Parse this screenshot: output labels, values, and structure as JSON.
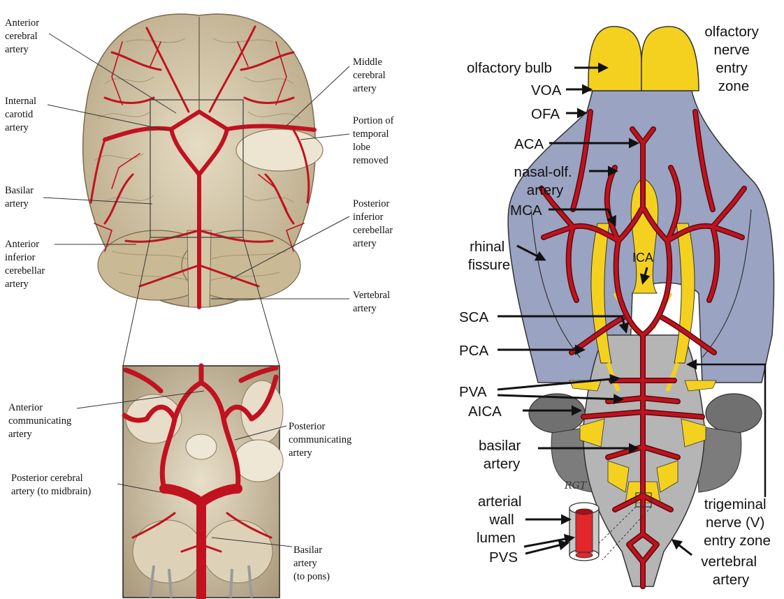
{
  "left_panel": {
    "labels": [
      {
        "id": "anterior-cerebral-artery",
        "lines": [
          "Anterior",
          "cerebral",
          "artery"
        ]
      },
      {
        "id": "internal-carotid-artery",
        "lines": [
          "Internal",
          "carotid",
          "artery"
        ]
      },
      {
        "id": "basilar-artery",
        "lines": [
          "Basilar",
          "artery"
        ]
      },
      {
        "id": "anterior-inferior-cerebellar-artery",
        "lines": [
          "Anterior",
          "inferior",
          "cerebellar",
          "artery"
        ]
      },
      {
        "id": "middle-cerebral-artery",
        "lines": [
          "Middle",
          "cerebral",
          "artery"
        ]
      },
      {
        "id": "portion-of-temporal-lobe-removed",
        "lines": [
          "Portion of",
          "temporal",
          "lobe",
          "removed"
        ]
      },
      {
        "id": "posterior-inferior-cerebellar-artery",
        "lines": [
          "Posterior",
          "inferior",
          "cerebellar",
          "artery"
        ]
      },
      {
        "id": "vertebral-artery",
        "lines": [
          "Vertebral",
          "artery"
        ]
      },
      {
        "id": "anterior-communicating-artery",
        "lines": [
          "Anterior",
          "communicating",
          "artery"
        ]
      },
      {
        "id": "posterior-communicating-artery",
        "lines": [
          "Posterior",
          "communicating",
          "artery"
        ]
      },
      {
        "id": "posterior-cerebral-artery",
        "lines": [
          "Posterior cerebral",
          "artery (to midbrain)"
        ]
      },
      {
        "id": "basilar-artery-to-pons",
        "lines": [
          "Basilar",
          "artery",
          "(to pons)"
        ]
      }
    ]
  },
  "right_panel": {
    "labels": [
      {
        "id": "olfactory-nerve-entry-zone",
        "lines": [
          "olfactory",
          "nerve",
          "entry",
          "zone"
        ]
      },
      {
        "id": "olfactory-bulb",
        "lines": [
          "olfactory bulb"
        ]
      },
      {
        "id": "voa",
        "lines": [
          "VOA"
        ]
      },
      {
        "id": "ofa",
        "lines": [
          "OFA"
        ]
      },
      {
        "id": "aca",
        "lines": [
          "ACA"
        ]
      },
      {
        "id": "nasal-olf-artery",
        "lines": [
          "nasal-olf.",
          "artery"
        ]
      },
      {
        "id": "mca",
        "lines": [
          "MCA"
        ]
      },
      {
        "id": "rhinal-fissure",
        "lines": [
          "rhinal",
          "fissure"
        ]
      },
      {
        "id": "ica",
        "lines": [
          "ICA"
        ]
      },
      {
        "id": "sca",
        "lines": [
          "SCA"
        ]
      },
      {
        "id": "pca",
        "lines": [
          "PCA"
        ]
      },
      {
        "id": "pva",
        "lines": [
          "PVA"
        ]
      },
      {
        "id": "aica",
        "lines": [
          "AICA"
        ]
      },
      {
        "id": "basilar-artery",
        "lines": [
          "basilar",
          "artery"
        ]
      },
      {
        "id": "rgt",
        "lines": [
          "RGT"
        ]
      },
      {
        "id": "arterial-wall",
        "lines": [
          "arterial",
          "wall"
        ]
      },
      {
        "id": "lumen",
        "lines": [
          "lumen"
        ]
      },
      {
        "id": "pvs",
        "lines": [
          "PVS"
        ]
      },
      {
        "id": "trigeminal-nerve-entry-zone",
        "lines": [
          "trigeminal",
          "nerve (V)",
          "entry zone"
        ]
      },
      {
        "id": "vertebral-artery",
        "lines": [
          "vertebral",
          "artery"
        ]
      }
    ]
  },
  "colors": {
    "artery_red": "#c1121f",
    "brain_tan": "#d9ccb0",
    "mouse_brain_blue": "#9aa3c1",
    "olfactory_yellow": "#f4d11f",
    "brainstem_gray": "#b5b5b5"
  }
}
